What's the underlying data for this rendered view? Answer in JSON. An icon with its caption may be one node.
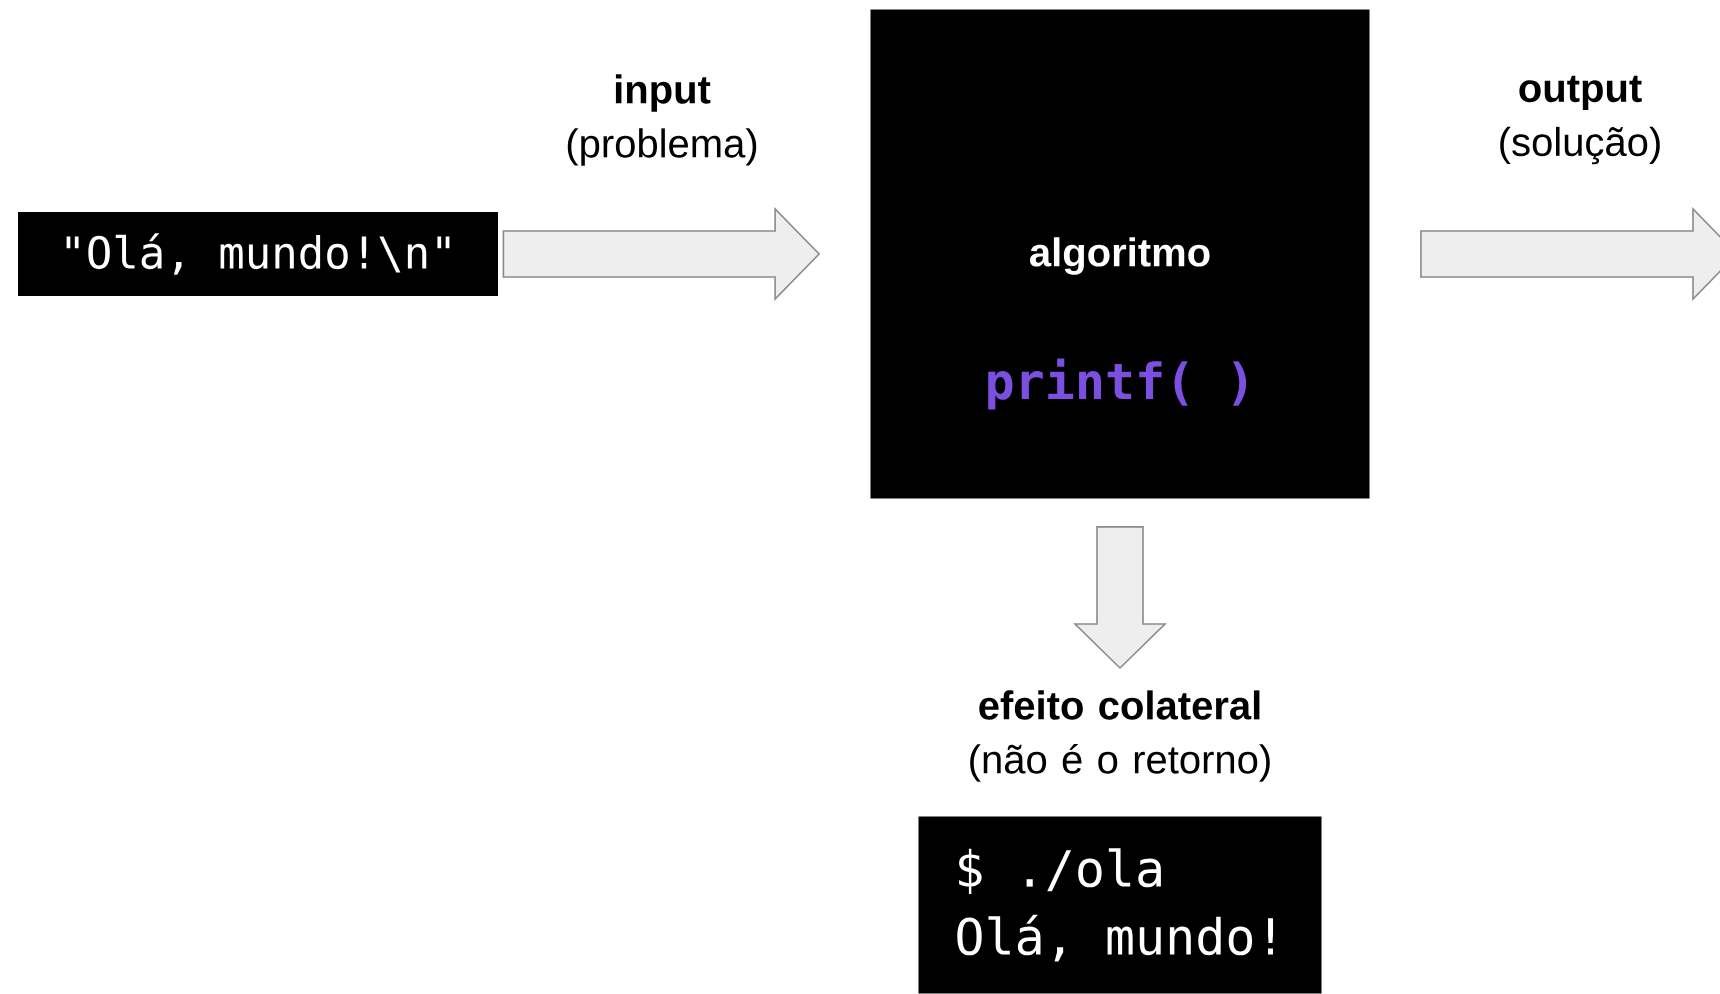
{
  "diagram": {
    "nodes": [
      {
        "text": [
          "\"Olá, mundo!\\n\""
        ]
      },
      {
        "text": [
          "algoritmo",
          "printf( )"
        ]
      },
      {
        "text": [
          "**efeito colateral** (não é o retorno)",
          "$ ./ola",
          "Olá, mundo!"
        ]
      }
    ],
    "edges": [
      {
        "from": 0,
        "to": 1,
        "arrow": "to",
        "label": "**input** (problema)"
      },
      {
        "from": 1,
        "to": null,
        "arrow": "to",
        "label": "**output** (solução)"
      },
      {
        "from": 1,
        "to": 2,
        "arrow": "to"
      }
    ]
  }
}
